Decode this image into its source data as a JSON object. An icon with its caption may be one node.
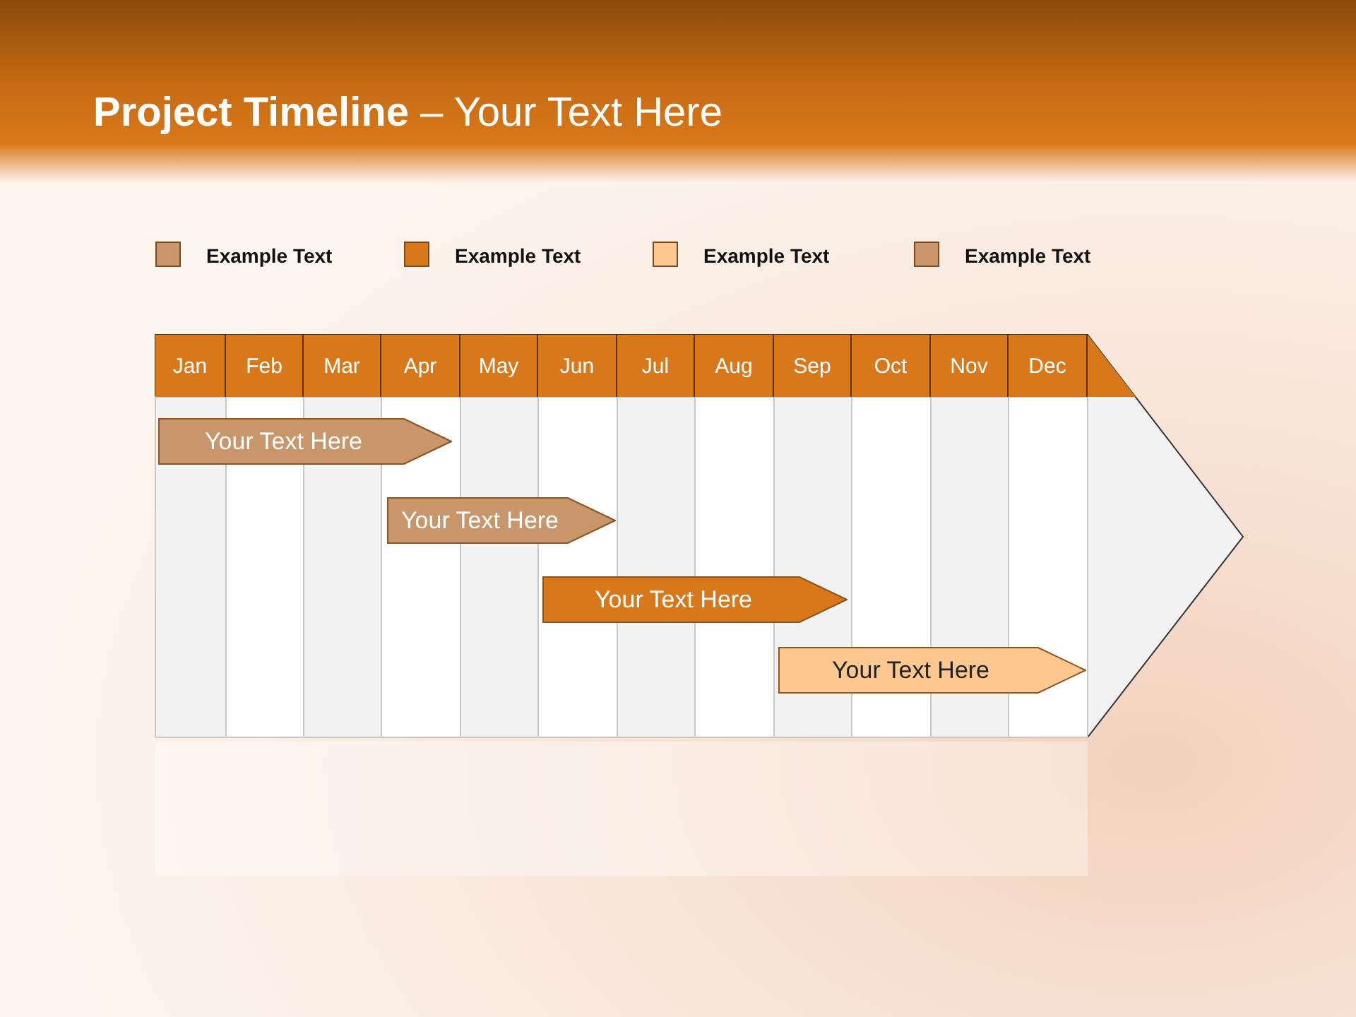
{
  "diagram": {
    "title": "**Project Timeline** – Your Text Here",
    "nodes": [
      {
        "text": [
          "Your Text Here"
        ]
      },
      {
        "text": [
          "Your Text Here"
        ]
      },
      {
        "text": [
          "Your Text Here"
        ]
      },
      {
        "text": [
          "Your Text Here"
        ]
      }
    ],
    "labels": [
      "Jan",
      "Feb",
      "Mar",
      "Apr",
      "May",
      "Jun",
      "Jul",
      "Aug",
      "Sep",
      "Oct",
      "Nov",
      "Dec"
    ],
    "legend": [
      {
        "text": "Example Text",
        "color": "#c8966a"
      },
      {
        "text": "Example Text",
        "color": "#d9781a"
      },
      {
        "text": "Example Text",
        "color": "#fcc890"
      },
      {
        "text": "Example Text",
        "color": "#c8966a"
      }
    ]
  }
}
